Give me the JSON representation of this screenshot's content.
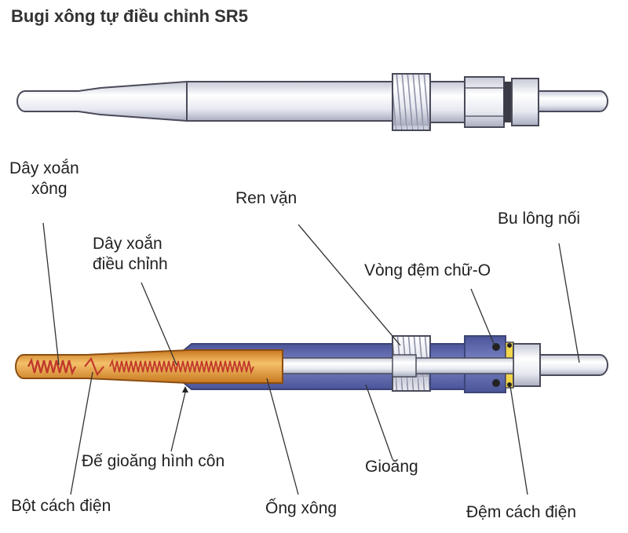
{
  "title": "Bugi xông tự điều chỉnh SR5",
  "labels": {
    "day_xoan_xong_1": "Dây xoắn",
    "day_xoan_xong_2": "xông",
    "day_xoan_dieu_chinh_1": "Dây xoắn",
    "day_xoan_dieu_chinh_2": "điều chỉnh",
    "ren_van": "Ren vặn",
    "bu_long_noi": "Bu lông nối",
    "vong_dem_chu_o": "Vòng đệm chữ-O",
    "de_gioang_hinh_con": "Đế gioăng hình côn",
    "gioang": "Gioăng",
    "bot_cach_dien": "Bột cách điện",
    "ong_xong": "Ống xông",
    "dem_cach_dien": "Đệm cách điện"
  },
  "colors": {
    "metal_light": "#f2f3f8",
    "metal_shade": "#b9bccb",
    "body_blue": "#5f6ab0",
    "tube_orange": "#e8a23a",
    "coil_red": "#c0392b",
    "outline": "#4a4a5a"
  }
}
